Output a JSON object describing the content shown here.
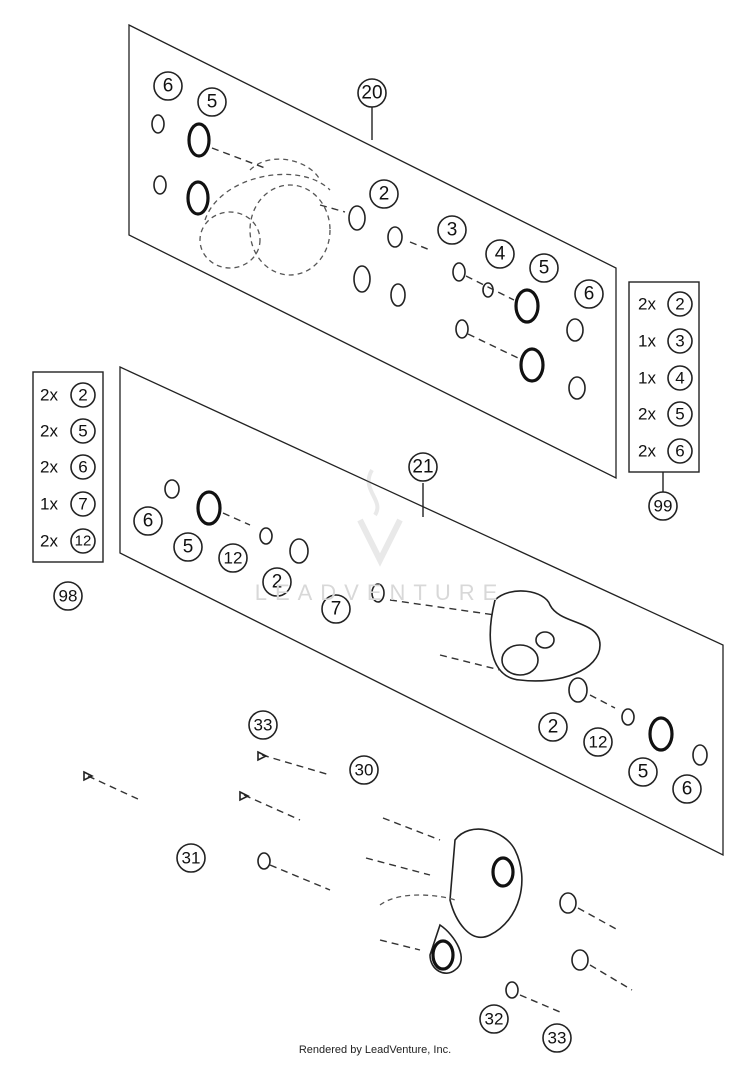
{
  "diagram": {
    "panels": [
      {
        "id": "20",
        "label": "20"
      },
      {
        "id": "21",
        "label": "21"
      }
    ],
    "callouts_panel_20": [
      "6",
      "5",
      "2",
      "3",
      "4",
      "5",
      "6"
    ],
    "callouts_panel_21": [
      "6",
      "5",
      "12",
      "2",
      "7",
      "2",
      "12",
      "5",
      "6"
    ],
    "callouts_lower": [
      "33",
      "30",
      "31",
      "32",
      "33"
    ],
    "kit_99": {
      "label": "99",
      "rows": [
        {
          "qty": "2x",
          "part": "2"
        },
        {
          "qty": "1x",
          "part": "3"
        },
        {
          "qty": "1x",
          "part": "4"
        },
        {
          "qty": "2x",
          "part": "5"
        },
        {
          "qty": "2x",
          "part": "6"
        }
      ]
    },
    "kit_98": {
      "label": "98",
      "rows": [
        {
          "qty": "2x",
          "part": "2"
        },
        {
          "qty": "2x",
          "part": "5"
        },
        {
          "qty": "2x",
          "part": "6"
        },
        {
          "qty": "1x",
          "part": "7"
        },
        {
          "qty": "2x",
          "part": "12"
        }
      ]
    },
    "watermark": "LEADVENTURE",
    "footer": "Rendered by LeadVenture, Inc."
  }
}
